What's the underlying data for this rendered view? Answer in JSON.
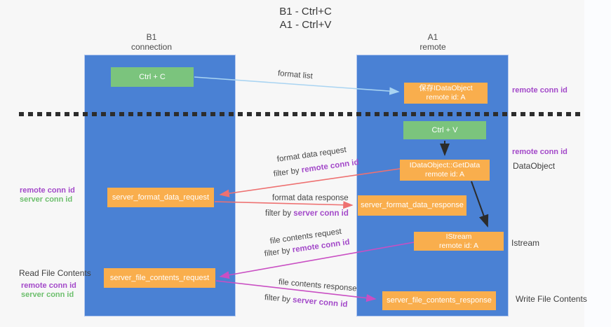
{
  "title": {
    "line1": "B1 - Ctrl+C",
    "line2": "A1 - Ctrl+V"
  },
  "lanes": {
    "left": {
      "title": "B1",
      "subtitle": "connection"
    },
    "right": {
      "title": "A1",
      "subtitle": "remote"
    }
  },
  "nodes": {
    "ctrl_c": {
      "label": "Ctrl + C"
    },
    "save_idataobject": {
      "line1": "保存IDataObject",
      "line2": "remote id: A"
    },
    "ctrl_v": {
      "label": "Ctrl + V"
    },
    "getdata": {
      "line1": "IDataObject::GetData",
      "line2": "remote id: A"
    },
    "server_format_data_request": {
      "label": "server_format_data_request"
    },
    "server_format_data_response": {
      "label": "server_format_data_response"
    },
    "istream": {
      "line1": "IStream",
      "line2": "remote id: A"
    },
    "server_file_contents_request": {
      "label": "server_file_contents_request"
    },
    "server_file_contents_response": {
      "label": "server_file_contents_response"
    }
  },
  "edges": {
    "format_list": {
      "label": "format list"
    },
    "format_data_request": {
      "label": "format data request",
      "filter_prefix": "filter by ",
      "filter_key": "remote conn id"
    },
    "format_data_response": {
      "label": "format data response",
      "filter_prefix": "filter by ",
      "filter_key": "server conn id"
    },
    "file_contents_request": {
      "label": "file contents request",
      "filter_prefix": "filter by ",
      "filter_key": "remote conn id"
    },
    "file_contents_response": {
      "label": "file contents response",
      "filter_prefix": "filter by ",
      "filter_key": "server conn id"
    }
  },
  "side_labels": {
    "top_right_remote_conn_id": "remote conn id",
    "mid_right_remote_conn_id": "remote conn id",
    "dataobject": "DataObject",
    "istream": "Istream",
    "write_file_contents": "Write File Contents",
    "left1_remote_conn_id": "remote conn id",
    "left1_server_conn_id": "server conn id",
    "read_file_contents": "Read File Contents",
    "left2_remote_conn_id": "remote conn id",
    "left2_server_conn_id": "server conn id"
  },
  "colors": {
    "lane_blue": "#4a81d4",
    "box_orange": "#f9ae4d",
    "box_green": "#7bc47d",
    "arrow_lightblue": "#a9d4f2",
    "arrow_red": "#ee7171",
    "arrow_magenta": "#c94fc3",
    "arrow_black": "#2b2b2b",
    "dashed_line": "#2d2d2d",
    "text_purple": "#a349c9",
    "text_green": "#6dbf6d"
  }
}
